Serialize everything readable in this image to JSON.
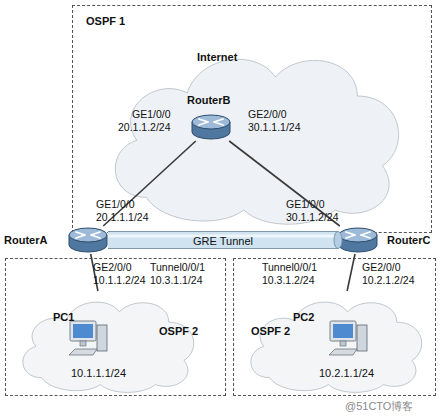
{
  "diagram": {
    "nodes": [
      {
        "text": [
          "OSPF 1"
        ]
      },
      {
        "text": [
          "Internet"
        ],
        "in": 0
      },
      {
        "text": [
          "RouterB"
        ],
        "in": 1
      },
      {
        "text": [
          "RouterA"
        ]
      },
      {
        "text": [
          "RouterC"
        ]
      },
      {
        "text": [
          "OSPF 2"
        ]
      },
      {
        "text": [
          "PC1",
          "10.1.1.1/24"
        ],
        "in": 5
      },
      {
        "text": [
          "OSPF 2"
        ]
      },
      {
        "text": [
          "PC2",
          "10.2.1.1/24"
        ],
        "in": 7
      }
    ],
    "edges": [
      {
        "from": 2,
        "to": 3,
        "arrow": "none"
      },
      {
        "from": 2,
        "to": 4,
        "arrow": "none"
      },
      {
        "from": 3,
        "to": 4,
        "label": "GRE Tunnel",
        "arrow": "none"
      },
      {
        "from": 3,
        "to": 6,
        "arrow": "none"
      },
      {
        "from": 4,
        "to": 8,
        "arrow": "none"
      }
    ],
    "labels": [
      "GE1/0/0 20.1.1.2/24",
      "GE2/0/0 30.1.1.1/24",
      "GE1/0/0 20.1.1.1/24",
      "GE1/0/0 30.1.1.2/24",
      "GE2/0/0 10.1.1.2/24",
      "Tunnel0/0/1 10.3.1.1/24",
      "Tunnel0/0/1 10.3.1.2/24",
      "GE2/0/0 10.2.1.2/24",
      "@51CTO博客"
    ]
  }
}
